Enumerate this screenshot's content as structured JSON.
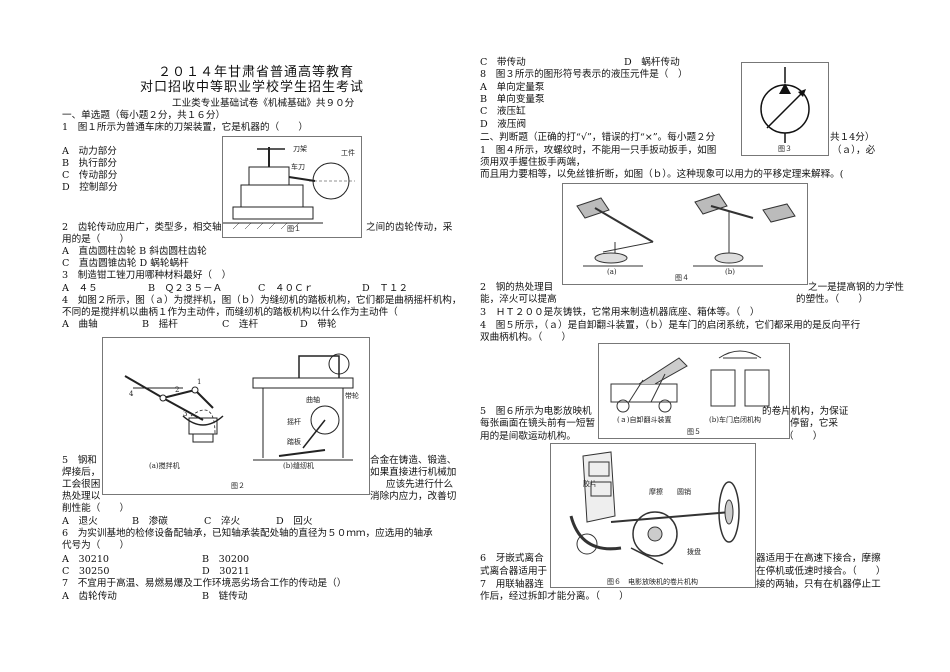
{
  "header": {
    "title_line1": "２０１４年甘肃省普通高等教育",
    "title_line2": "对口招收中等职业学校学生招生考试",
    "subtitle": "工业类专业基础试卷《机械基础》共９０分"
  },
  "left": {
    "l1": "一、单选题（每小题２分，共１６分）",
    "l2": "1　图１所示为普通车床的刀架装置，它是机器的（　　）",
    "l3": "A　动力部分",
    "l4": "B　执行部分",
    "l5": "C　传动部分",
    "l6": "D　控制部分",
    "l7": "2　齿轮传动应用广，类型多，相交轴",
    "l7b": "之间的齿轮传动，采",
    "l8": "用的是（　　）",
    "l9": "A　直齿圆柱齿轮 B 斜齿圆柱齿轮",
    "l10": "C　直齿圆锥齿轮 D 蜗轮蜗杆",
    "l11": "3　制造钳工锉刀用哪种材料最好（　）",
    "l12a": "A　４５",
    "l12b": "B　Ｑ２３５－Ａ",
    "l12c": "C　４０Ｃｒ",
    "l12d": "D　Ｔ１２",
    "l13": "4　如图２所示，图（ａ）为搅拌机，图（ｂ）为缝纫机的踏板机构，它们都是曲柄摇杆机构，",
    "l14": "不同的是搅拌机以曲柄１作为主动件，而缝纫机的踏板机构以什么作为主动件（",
    "l15a": "A　曲轴",
    "l15b": "B　摇杆",
    "l15c": "C　连杆",
    "l15d": "D　带轮",
    "l16a": "5　钢和",
    "l16b": "合金在铸造、锻造、",
    "l17a": "焊接后，",
    "l17b": "如果直接进行机械加",
    "l18a": "工会很困",
    "l18b": "应该先进行什么",
    "l19a": "热处理以",
    "l19b": "消除内应力，改善切",
    "l20": "削性能（　　）",
    "l21a": "A　退火",
    "l21b": "B　渗碳",
    "l21c": "C　淬火",
    "l21d": "D　回火",
    "l22": "6　为实训基地的检修设备配轴承，已知轴承装配处轴的直径为５０ｍｍ，应选用的轴承",
    "l23": "代号为（　　）",
    "l24a": "A　30210",
    "l24b": "B　30200",
    "l25a": "C　30250",
    "l25b": "D　30211",
    "l26": "7　不宜用于高温、易燃易爆及工作环境恶劣场合工作的传动是（）",
    "l27a": "A　齿轮传动",
    "l27b": "B　链传动"
  },
  "right": {
    "r1a": "C　带传动",
    "r1b": "D　蜗杆传动",
    "r2": "8　图３所示的图形符号表示的液压元件是（　）",
    "r3": "A　单向定量泵",
    "r4": "B　单向变量泵",
    "r5": "C　液压缸",
    "r6": "D　液压阀",
    "r7a": "二、判断题（正确的打“√”，错误的打“×”。每小题２分",
    "r7b": "共１4分）",
    "r8a": "1　图４所示，攻螺纹时，不能用一只手扳动扳手，如图",
    "r8b": "（ａ），必",
    "r9": "须用双手握住扳手两端，",
    "r10": "而且用力要相等，以免丝锥折断，如图（ｂ）。这种现象可以用力的平移定理来解释。(",
    "r11a": "2　钢的热处理目",
    "r11b": "之一是提高钢的力学性",
    "r12a": "能，淬火可以提高",
    "r12b": "的塑性。（　　）",
    "r13": "3　ＨＴ２００是灰铸铁，它常用来制造机器底座、箱体等。（　）",
    "r14": "4　图５所示，（ａ）是自卸翻斗装置，（ｂ）是车门的启闭系统，它们都采用的是反向平行",
    "r15": "双曲柄机构。（　　）",
    "r16a": "5　图６所示为电影放映机",
    "r16b": "的卷片机构，为保证",
    "r17a": "每张画面在镜头前有一短暂",
    "r17b": "停留，它采",
    "r18a": "用的是间歇运动机构。",
    "r18b": "（　　）",
    "r19a": "6　牙嵌式离合",
    "r19b": "器适用于在高速下接合，摩擦",
    "r20a": "式离合器适用于",
    "r20b": "在停机或低速时接合。（　　）",
    "r21a": "7　用联轴器连",
    "r21b": "接的两轴，只有在机器停止工",
    "r22": "作后，经过拆卸才能分离。（　　）"
  },
  "figures": {
    "fig1_caption": "图１",
    "fig1_labels": [
      "刀架",
      "车刀",
      "工件"
    ],
    "fig2_caption": "图２",
    "fig2_sub_a": "(a)搅拌机",
    "fig2_sub_b": "(b)缝纫机",
    "fig2_labels": [
      "4",
      "1",
      "2",
      "3",
      "曲轴",
      "摇杆",
      "踏板",
      "带轮"
    ],
    "fig3_caption": "图３",
    "fig4_caption": "图４",
    "fig4_sub_a": "(a)",
    "fig4_sub_b": "(b)",
    "fig5_caption": "图５",
    "fig5_sub_a": "(ａ)自卸翻斗装置",
    "fig5_sub_b": "(b)车门启闭机构",
    "fig6_caption": "图６　电影放映机的卷片机构",
    "fig6_labels": [
      "摩擦",
      "圆销",
      "胶片",
      "拨盘"
    ]
  }
}
